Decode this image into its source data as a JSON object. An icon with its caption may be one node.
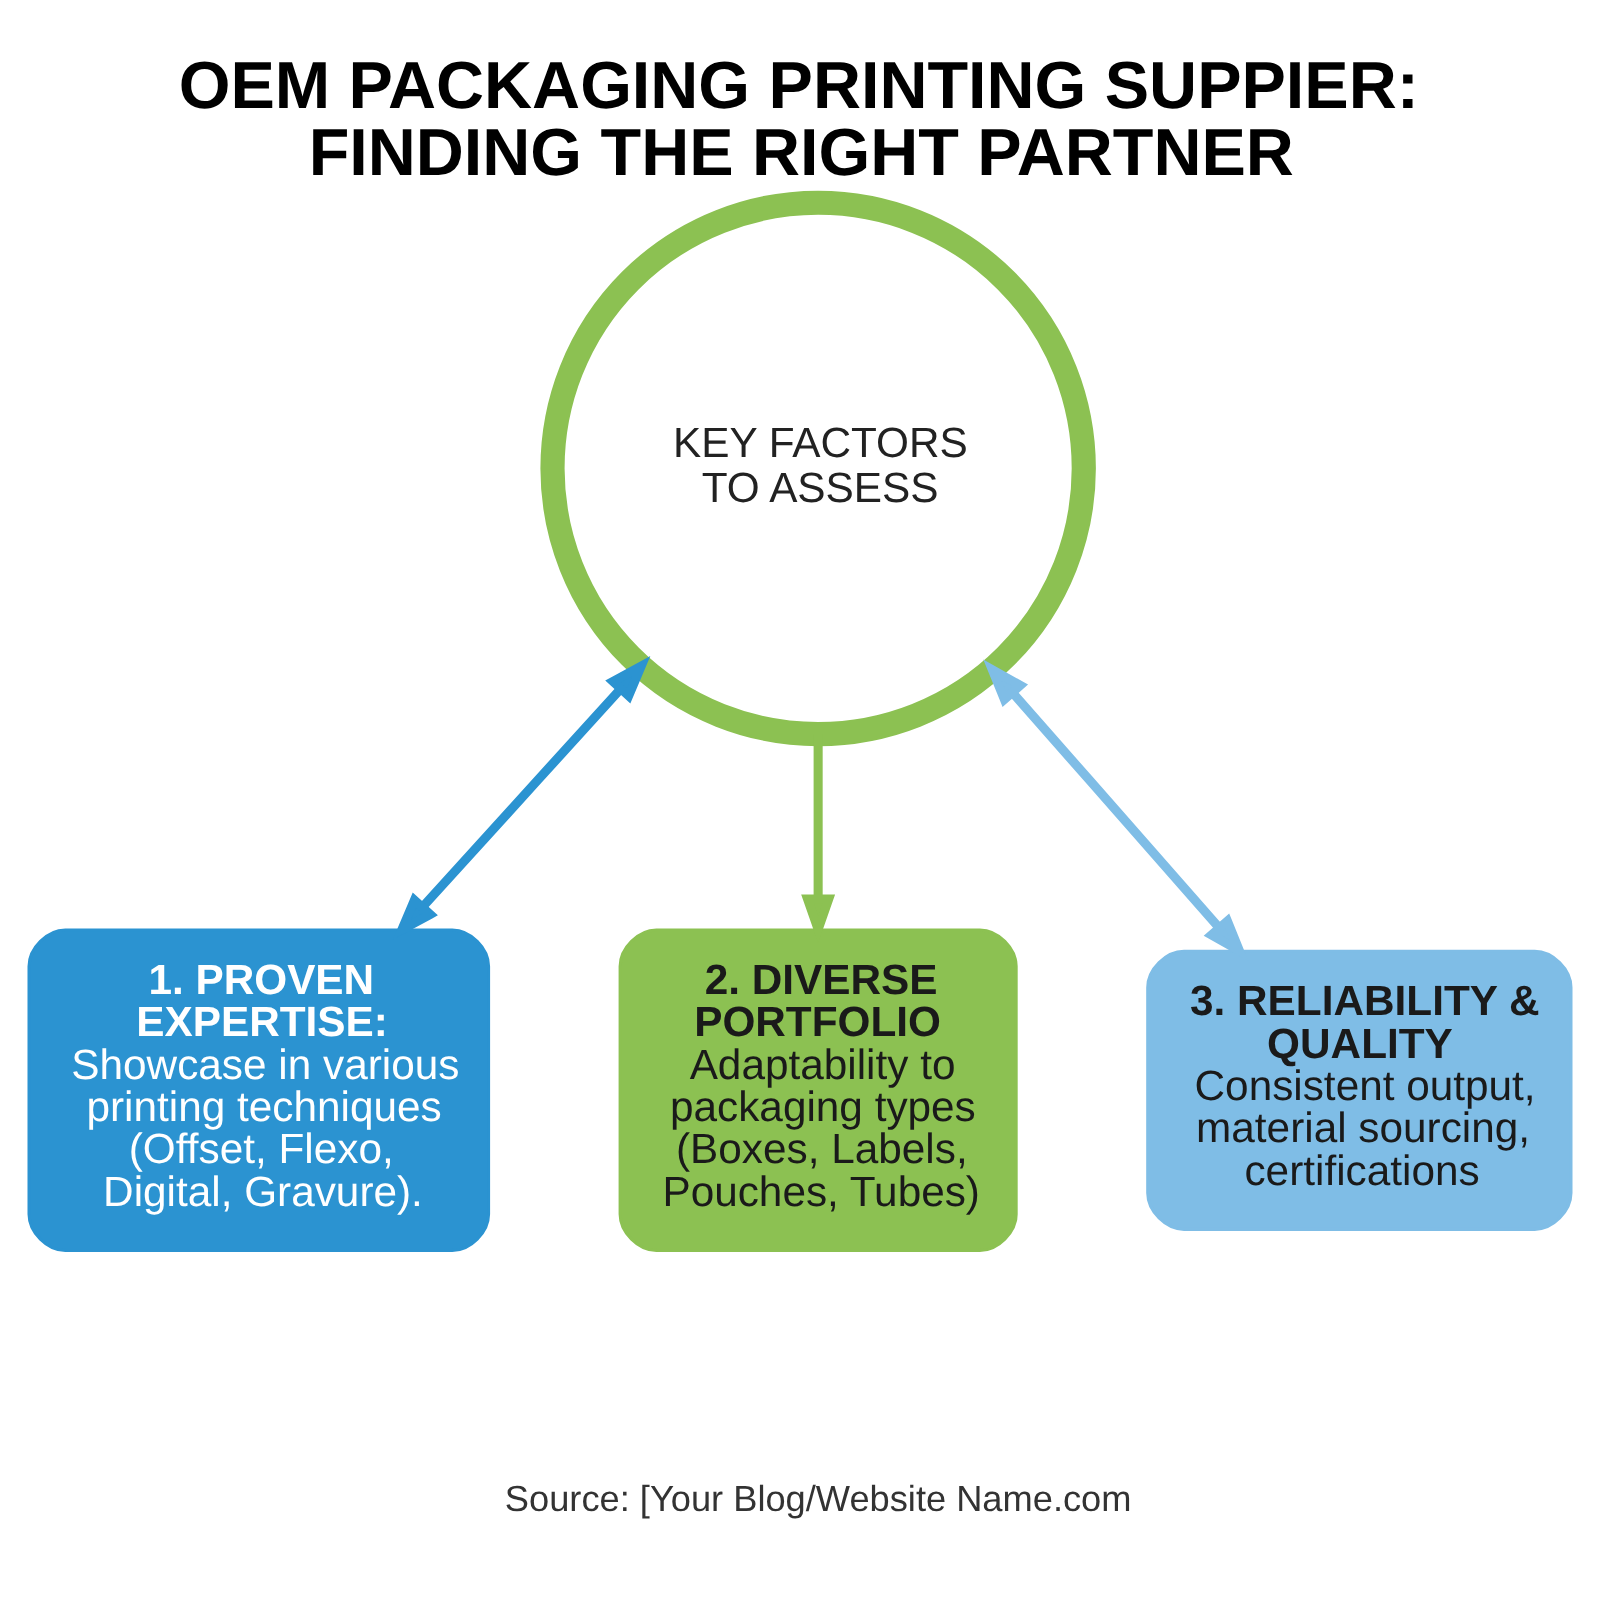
{
  "diagram": {
    "title": "OEM PACKAGING PRINTING SUPPIER: FINDING THE RIGHT PARTNER",
    "nodes": [
      {
        "text": [
          "KEY FACTORS TO ASSESS"
        ]
      },
      {
        "text": [
          "1. PROVEN EXPERTISE:",
          "Showcase in various printing techniques (Offset, Flexo, Digital, Gravure)."
        ]
      },
      {
        "text": [
          "2. DIVERSE PORTFOLIO",
          "Adaptability to packaging types (Boxes, Labels, Pouches, Tubes)"
        ]
      },
      {
        "text": [
          "3. RELIABILITY & QUALITY",
          "Consistent output, material sourcing, certifications"
        ]
      }
    ],
    "edges": [
      {
        "from": 0,
        "to": 1,
        "arrow": "both",
        "color": "#2b93d1"
      },
      {
        "from": 0,
        "to": 2,
        "arrow": "to",
        "color": "#8cc152"
      },
      {
        "from": 0,
        "to": 3,
        "arrow": "both",
        "color": "#7fbde6"
      }
    ],
    "labels": [
      "Source: [Your Blog/Website Name.com"
    ]
  }
}
